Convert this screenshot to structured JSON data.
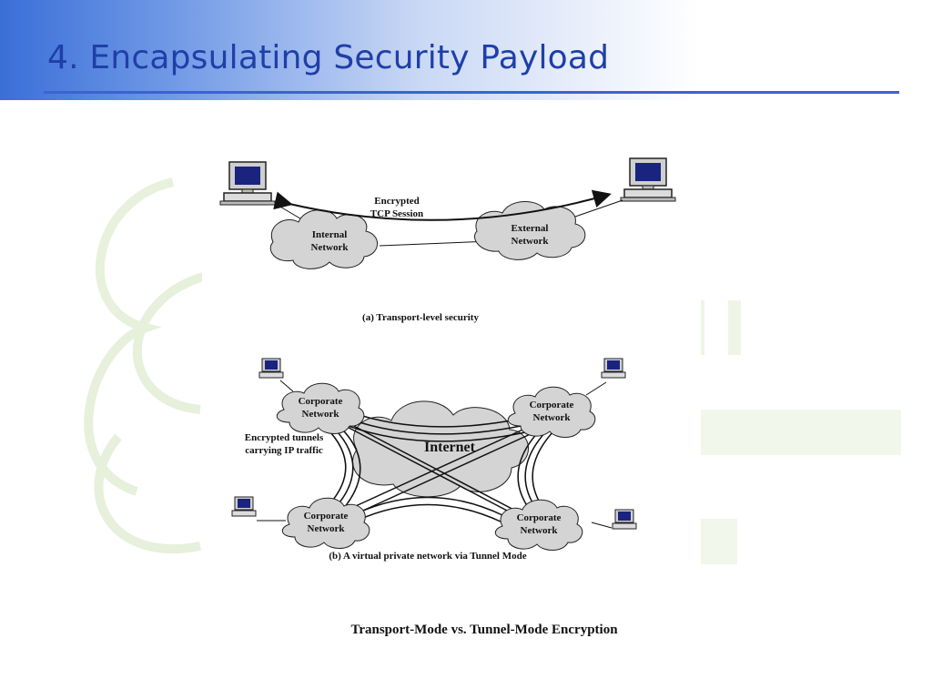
{
  "slide": {
    "title": "4. Encapsulating Security Payload",
    "caption": "Transport-Mode vs. Tunnel-Mode Encryption",
    "colors": {
      "title_text": "#1f3fa8",
      "title_rule": "#3b63d0",
      "header_gradient_start": "#3a6fd8",
      "cloud_fill": "#d4d4d4",
      "monitor_screen": "#1a237e"
    }
  },
  "diagram_a": {
    "caption": "(a) Transport-level security",
    "session_label_line1": "Encrypted",
    "session_label_line2": "TCP Session",
    "internal_line1": "Internal",
    "internal_line2": "Network",
    "external_line1": "External",
    "external_line2": "Network",
    "icons": [
      "computer-icon",
      "computer-icon"
    ]
  },
  "diagram_b": {
    "caption": "(b) A virtual private network via Tunnel Mode",
    "internet_label": "Internet",
    "tunnels_line1": "Encrypted tunnels",
    "tunnels_line2": "carrying IP traffic",
    "corp_line1": "Corporate",
    "corp_line2": "Network",
    "icons": [
      "computer-icon",
      "computer-icon",
      "computer-icon",
      "computer-icon"
    ]
  }
}
